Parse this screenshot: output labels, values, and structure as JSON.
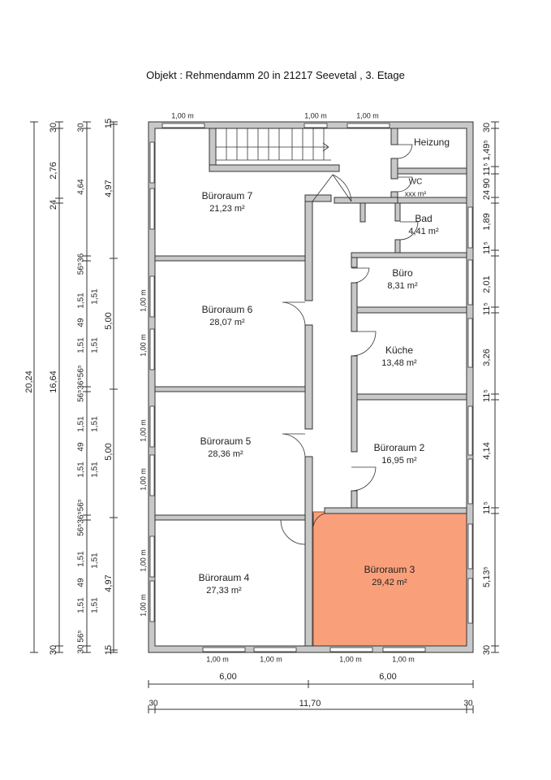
{
  "title": "Objekt : Rehmendamm 20 in 21217 Seevetal , 3. Etage",
  "highlight_color": "#f9a07a",
  "rooms": [
    {
      "name": "Büroraum 7",
      "area": "21,23 m²"
    },
    {
      "name": "Büroraum 6",
      "area": "28,07 m²"
    },
    {
      "name": "Büroraum 5",
      "area": "28,36 m²"
    },
    {
      "name": "Büroraum 4",
      "area": "27,33 m²"
    },
    {
      "name": "Büroraum 3",
      "area": "29,42 m²",
      "highlighted": true
    },
    {
      "name": "Büroraum 2",
      "area": "16,95 m²"
    },
    {
      "name": "Küche",
      "area": "13,48 m²"
    },
    {
      "name": "Büro",
      "area": "8,31 m²"
    },
    {
      "name": "Bad",
      "area": "4,41 m²"
    },
    {
      "name": "WC",
      "area": "xxx m²"
    },
    {
      "name": "Heizung",
      "area": ""
    }
  ],
  "window_label": "1,00 m",
  "dims": {
    "total_height": "20,24",
    "colA": [
      "30",
      "2,76",
      "24",
      "16,64",
      "30"
    ],
    "colB": [
      "30",
      "4,64",
      "56⁵36",
      "1,51",
      "49",
      "1,51",
      "56⁵36⁵56⁵",
      "1,51",
      "49",
      "1,51",
      "56⁵36⁵56⁵",
      "1,51",
      "49",
      "1,51",
      "30 56⁵"
    ],
    "colC": [
      "1,51",
      "1,51",
      "1,51",
      "1,51",
      "1,51",
      "1,51"
    ],
    "colD": [
      "15",
      "4,97",
      "5,00",
      "5,00",
      "4,97",
      "15"
    ],
    "right": [
      "30",
      "1,49⁵",
      "90 11⁵",
      "24",
      "1,89",
      "11⁵",
      "2,01",
      "11⁵",
      "3,26",
      "11⁵",
      "4,14",
      "11⁵",
      "5,13⁵",
      "30"
    ],
    "bottom1": [
      "6,00",
      "6,00"
    ],
    "bottom2": [
      "30",
      "11,70",
      "30"
    ]
  }
}
